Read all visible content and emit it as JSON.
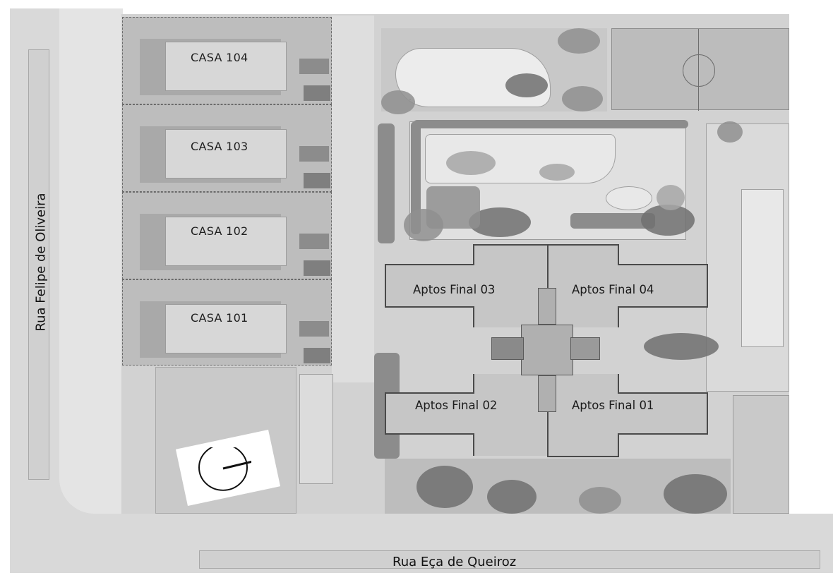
{
  "streets": {
    "left": "Rua Felipe de Oliveira",
    "bottom": "Rua Eça de Queiroz"
  },
  "houses": [
    {
      "label": "CASA 104"
    },
    {
      "label": "CASA 103"
    },
    {
      "label": "CASA 102"
    },
    {
      "label": "CASA 101"
    }
  ],
  "tower": {
    "units": [
      {
        "label": "Aptos Final 03"
      },
      {
        "label": "Aptos Final 04"
      },
      {
        "label": "Aptos Final 02"
      },
      {
        "label": "Aptos Final 01"
      }
    ]
  },
  "icons": {
    "north": "north-compass-icon"
  },
  "colors": {
    "map_gray": "#d9d9d9",
    "building_fill": "#c6c6c6",
    "outline": "#4a4a4a",
    "text": "#1b1b1b"
  }
}
